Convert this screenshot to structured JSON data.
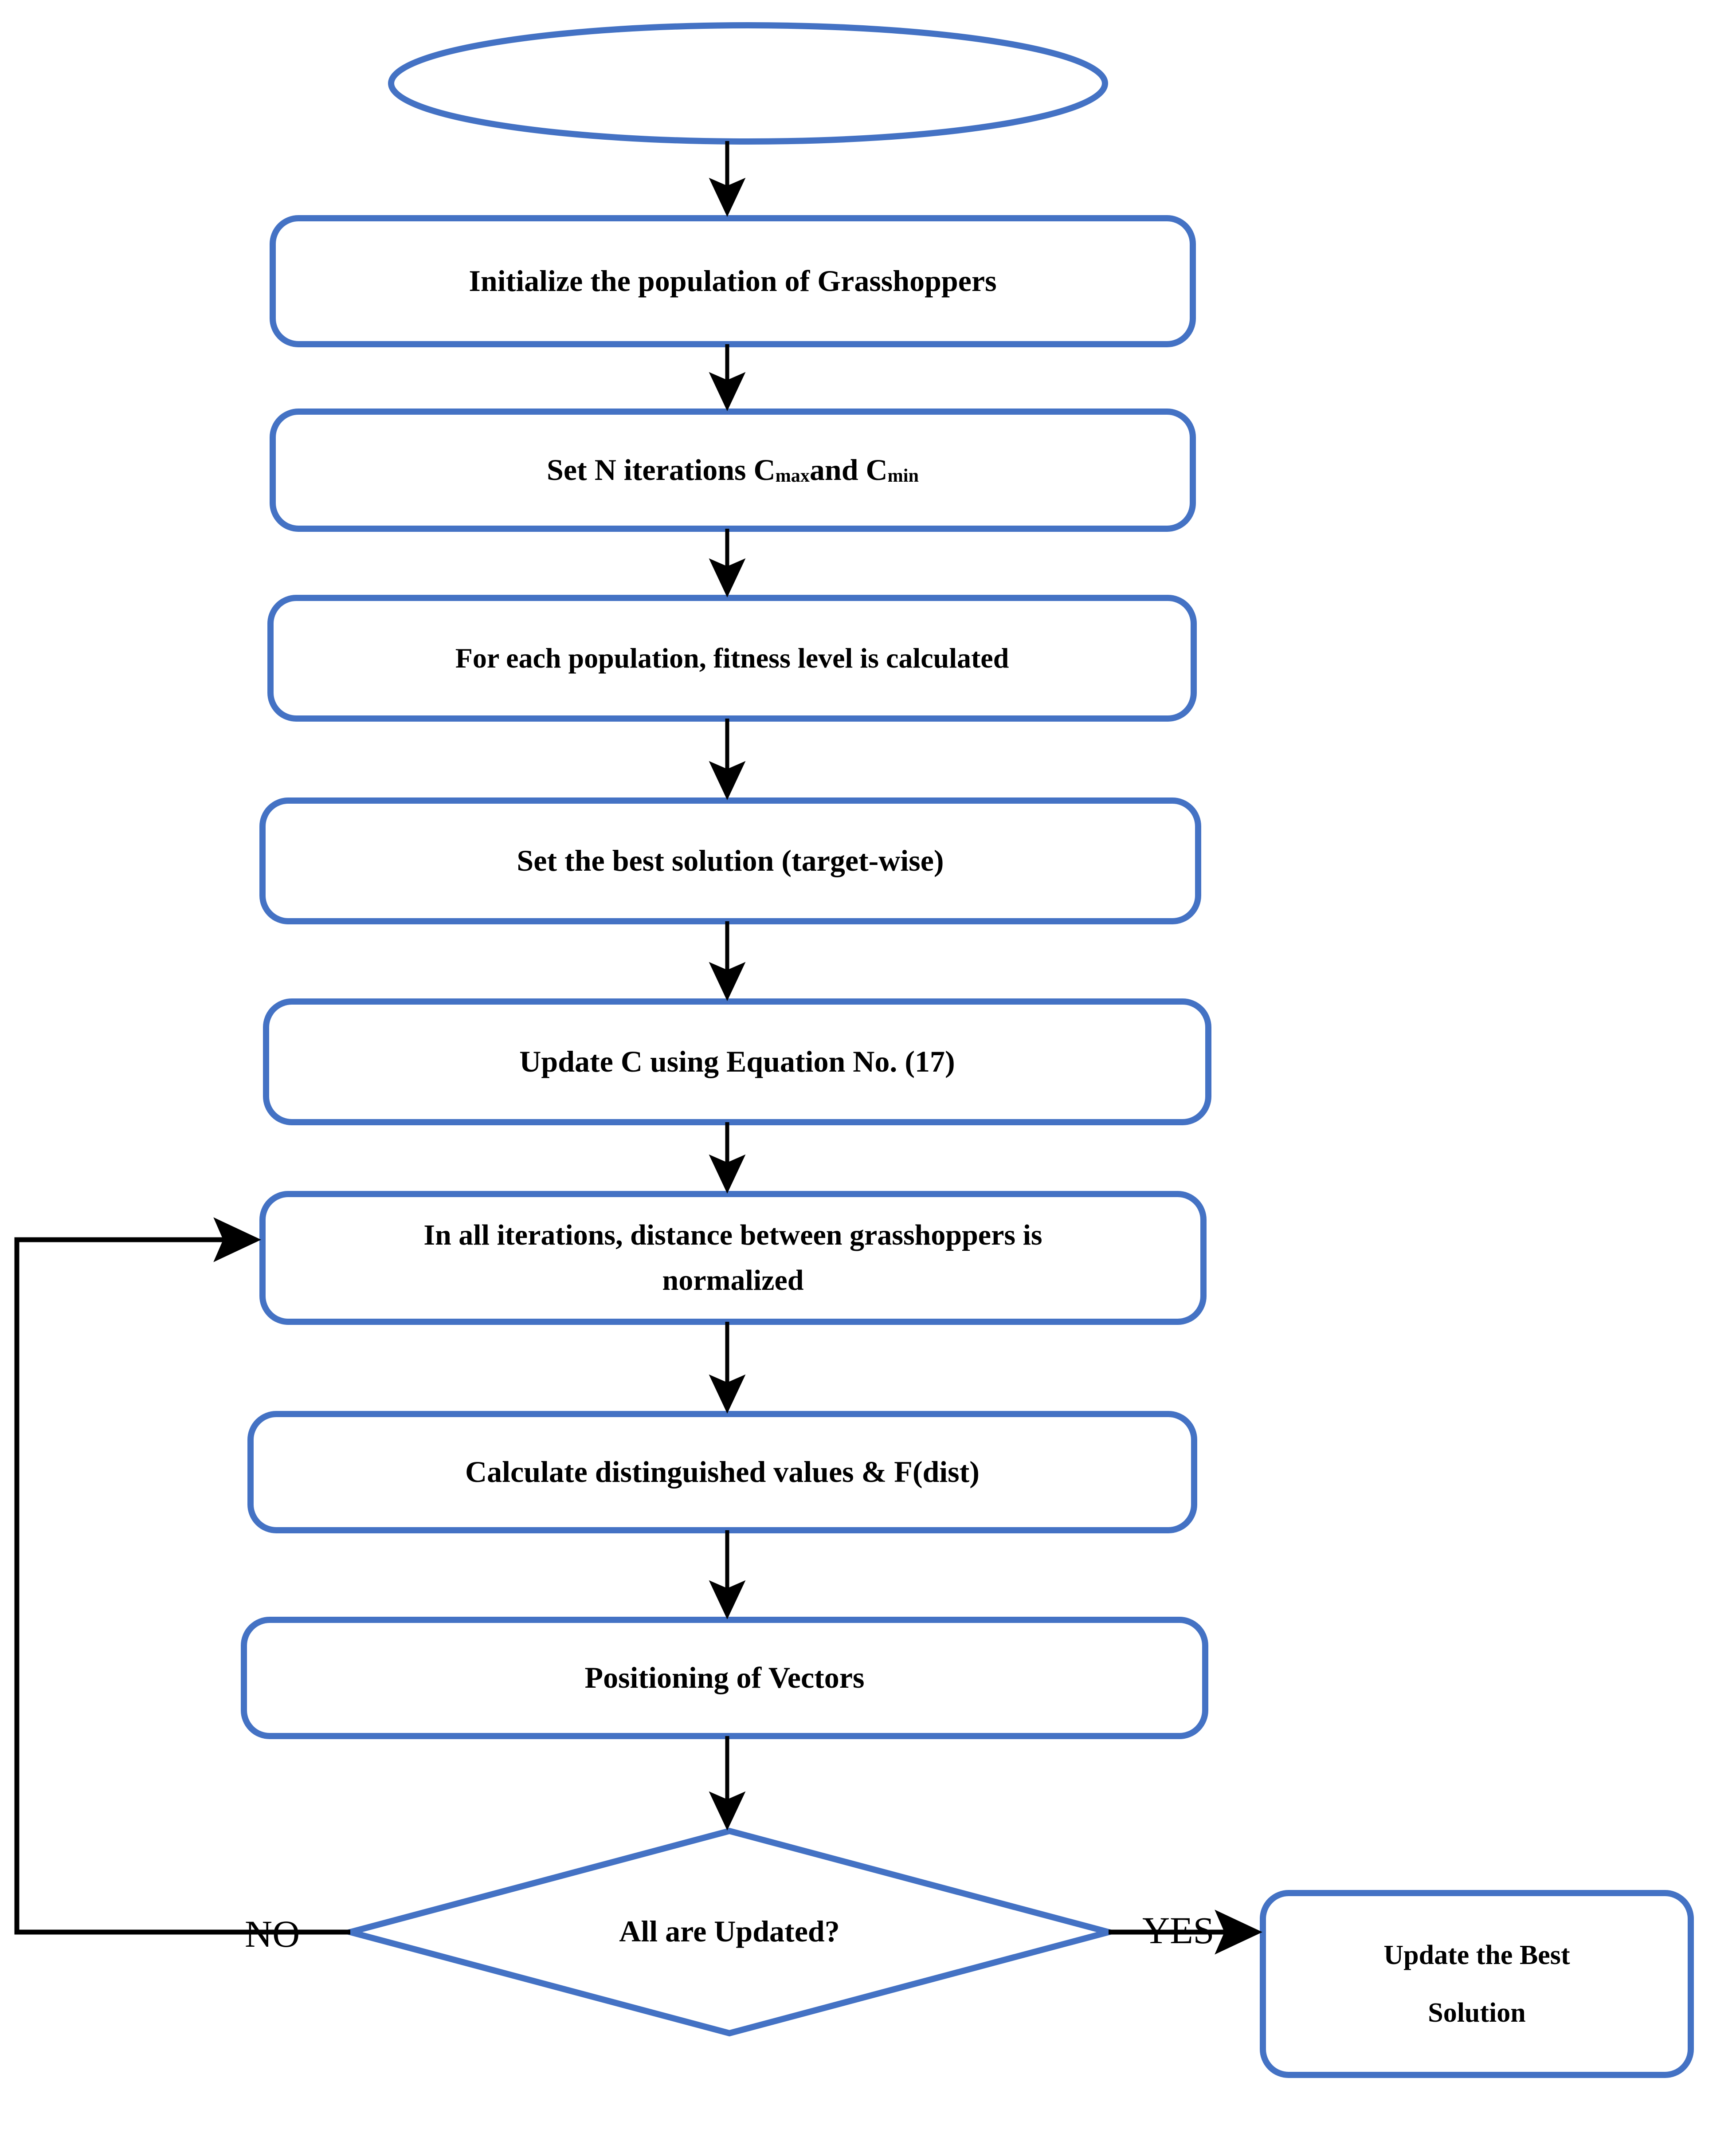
{
  "theme": {
    "shape_stroke": "#4472C4",
    "connector_stroke": "#000000",
    "text_color": "#000000",
    "background": "#ffffff"
  },
  "diagram": {
    "type": "flowchart",
    "orientation": "top-to-bottom",
    "nodes": [
      {
        "id": "start",
        "shape": "ellipse",
        "label": ""
      },
      {
        "id": "init-population",
        "shape": "rounded-rectangle",
        "label": "Initialize the population of Grasshoppers"
      },
      {
        "id": "set-iterations",
        "shape": "rounded-rectangle",
        "label_prefix": "Set N iterations C",
        "label_sub1": "max",
        "label_mid": " and C",
        "label_sub2": "min",
        "label": "Set N iterations Cmax and Cmin"
      },
      {
        "id": "fitness-level",
        "shape": "rounded-rectangle",
        "label": "For each population, fitness level is calculated"
      },
      {
        "id": "best-solution",
        "shape": "rounded-rectangle",
        "label": "Set the best solution (target-wise)"
      },
      {
        "id": "update-c",
        "shape": "rounded-rectangle",
        "label": "Update C using Equation No. (17)"
      },
      {
        "id": "normalize-distance",
        "shape": "rounded-rectangle",
        "label_line1": "In all iterations, distance between grasshoppers is",
        "label_line2": "normalized",
        "label": "In all iterations, distance between grasshoppers is normalized"
      },
      {
        "id": "calculate-values",
        "shape": "rounded-rectangle",
        "label": "Calculate distinguished values & F(dist)"
      },
      {
        "id": "positioning-vectors",
        "shape": "rounded-rectangle",
        "label": "Positioning of Vectors"
      },
      {
        "id": "all-updated-decision",
        "shape": "diamond",
        "label": "All are Updated?"
      },
      {
        "id": "update-best-solution",
        "shape": "rounded-rectangle",
        "label_line1": "Update the Best",
        "label_line2": "Solution",
        "label": "Update the Best Solution"
      }
    ],
    "edges": [
      {
        "id": "e-start-init",
        "from": "start",
        "to": "init-population",
        "label": ""
      },
      {
        "id": "e-init-setiter",
        "from": "init-population",
        "to": "set-iterations",
        "label": ""
      },
      {
        "id": "e-setiter-fitness",
        "from": "set-iterations",
        "to": "fitness-level",
        "label": ""
      },
      {
        "id": "e-fitness-best",
        "from": "fitness-level",
        "to": "best-solution",
        "label": ""
      },
      {
        "id": "e-best-updatec",
        "from": "best-solution",
        "to": "update-c",
        "label": ""
      },
      {
        "id": "e-updatec-normalize",
        "from": "update-c",
        "to": "normalize-distance",
        "label": ""
      },
      {
        "id": "e-normalize-calc",
        "from": "normalize-distance",
        "to": "calculate-values",
        "label": ""
      },
      {
        "id": "e-calc-position",
        "from": "calculate-values",
        "to": "positioning-vectors",
        "label": ""
      },
      {
        "id": "e-position-decision",
        "from": "positioning-vectors",
        "to": "all-updated-decision",
        "label": ""
      },
      {
        "id": "e-decision-no",
        "from": "all-updated-decision",
        "to": "normalize-distance",
        "label": "NO"
      },
      {
        "id": "e-decision-yes",
        "from": "all-updated-decision",
        "to": "update-best-solution",
        "label": "YES"
      }
    ],
    "branch_labels": {
      "no": "NO",
      "yes": "YES"
    }
  }
}
